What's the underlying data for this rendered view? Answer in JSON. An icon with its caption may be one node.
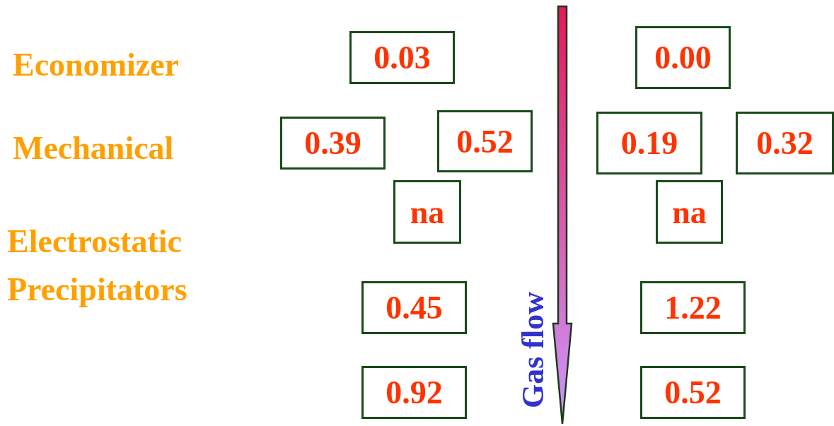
{
  "diagram": {
    "nodes": [
      {
        "text": [
          "0.03"
        ]
      },
      {
        "text": [
          "0.00"
        ]
      },
      {
        "text": [
          "0.39"
        ]
      },
      {
        "text": [
          "0.52"
        ]
      },
      {
        "text": [
          "0.19"
        ]
      },
      {
        "text": [
          "0.32"
        ]
      },
      {
        "text": [
          "na"
        ]
      },
      {
        "text": [
          "na"
        ]
      },
      {
        "text": [
          "0.45"
        ]
      },
      {
        "text": [
          "1.22"
        ]
      },
      {
        "text": [
          "0.92"
        ]
      },
      {
        "text": [
          "0.52"
        ]
      }
    ],
    "labels": [
      "Economizer",
      "Mechanical",
      "Electrostatic Precipitators",
      "Gas flow"
    ]
  }
}
